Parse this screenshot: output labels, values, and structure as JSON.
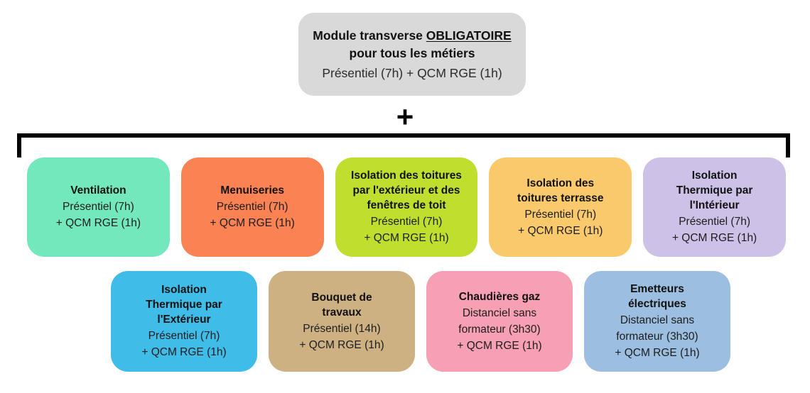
{
  "top_module": {
    "title_line1_prefix": "Module transverse ",
    "title_line1_underlined": "OBLIGATOIRE",
    "title_line2": "pour tous les métiers",
    "subtitle": "Présentiel (7h) + QCM RGE (1h)",
    "background_color": "#d9d9d9"
  },
  "operator": {
    "symbol": "+"
  },
  "rows": [
    {
      "cards": [
        {
          "title": "Ventilation",
          "subtitle": "Présentiel (7h)\n+ QCM RGE (1h)",
          "color": "#73e8bd"
        },
        {
          "title": "Menuiseries",
          "subtitle": "Présentiel (7h)\n+ QCM RGE (1h)",
          "color": "#fb8253"
        },
        {
          "title": "Isolation des toitures\npar l'extérieur et des\nfenêtres de toit",
          "subtitle": "Présentiel (7h)\n+ QCM RGE (1h)",
          "color": "#bfde2e"
        },
        {
          "title": "Isolation des\ntoitures terrasse",
          "subtitle": "Présentiel (7h)\n+ QCM RGE (1h)",
          "color": "#fac96b"
        },
        {
          "title": "Isolation\nThermique par\nl'Intérieur",
          "subtitle": "Présentiel (7h)\n+ QCM RGE (1h)",
          "color": "#cdc1e8"
        }
      ]
    },
    {
      "cards": [
        {
          "title": "Isolation\nThermique par\nl'Extérieur",
          "subtitle": "Présentiel (7h)\n+ QCM RGE (1h)",
          "color": "#3fbce8"
        },
        {
          "title": "Bouquet de\ntravaux",
          "subtitle": "Présentiel (14h)\n+ QCM RGE (1h)",
          "color": "#cdb183"
        },
        {
          "title": "Chaudières gaz",
          "subtitle": "Distanciel sans\nformateur (3h30)\n+ QCM RGE (1h)",
          "color": "#f79fb3"
        },
        {
          "title": "Emetteurs\nélectriques",
          "subtitle": "Distanciel sans\nformateur (3h30)\n+ QCM RGE (1h)",
          "color": "#9cbee0"
        }
      ]
    }
  ]
}
